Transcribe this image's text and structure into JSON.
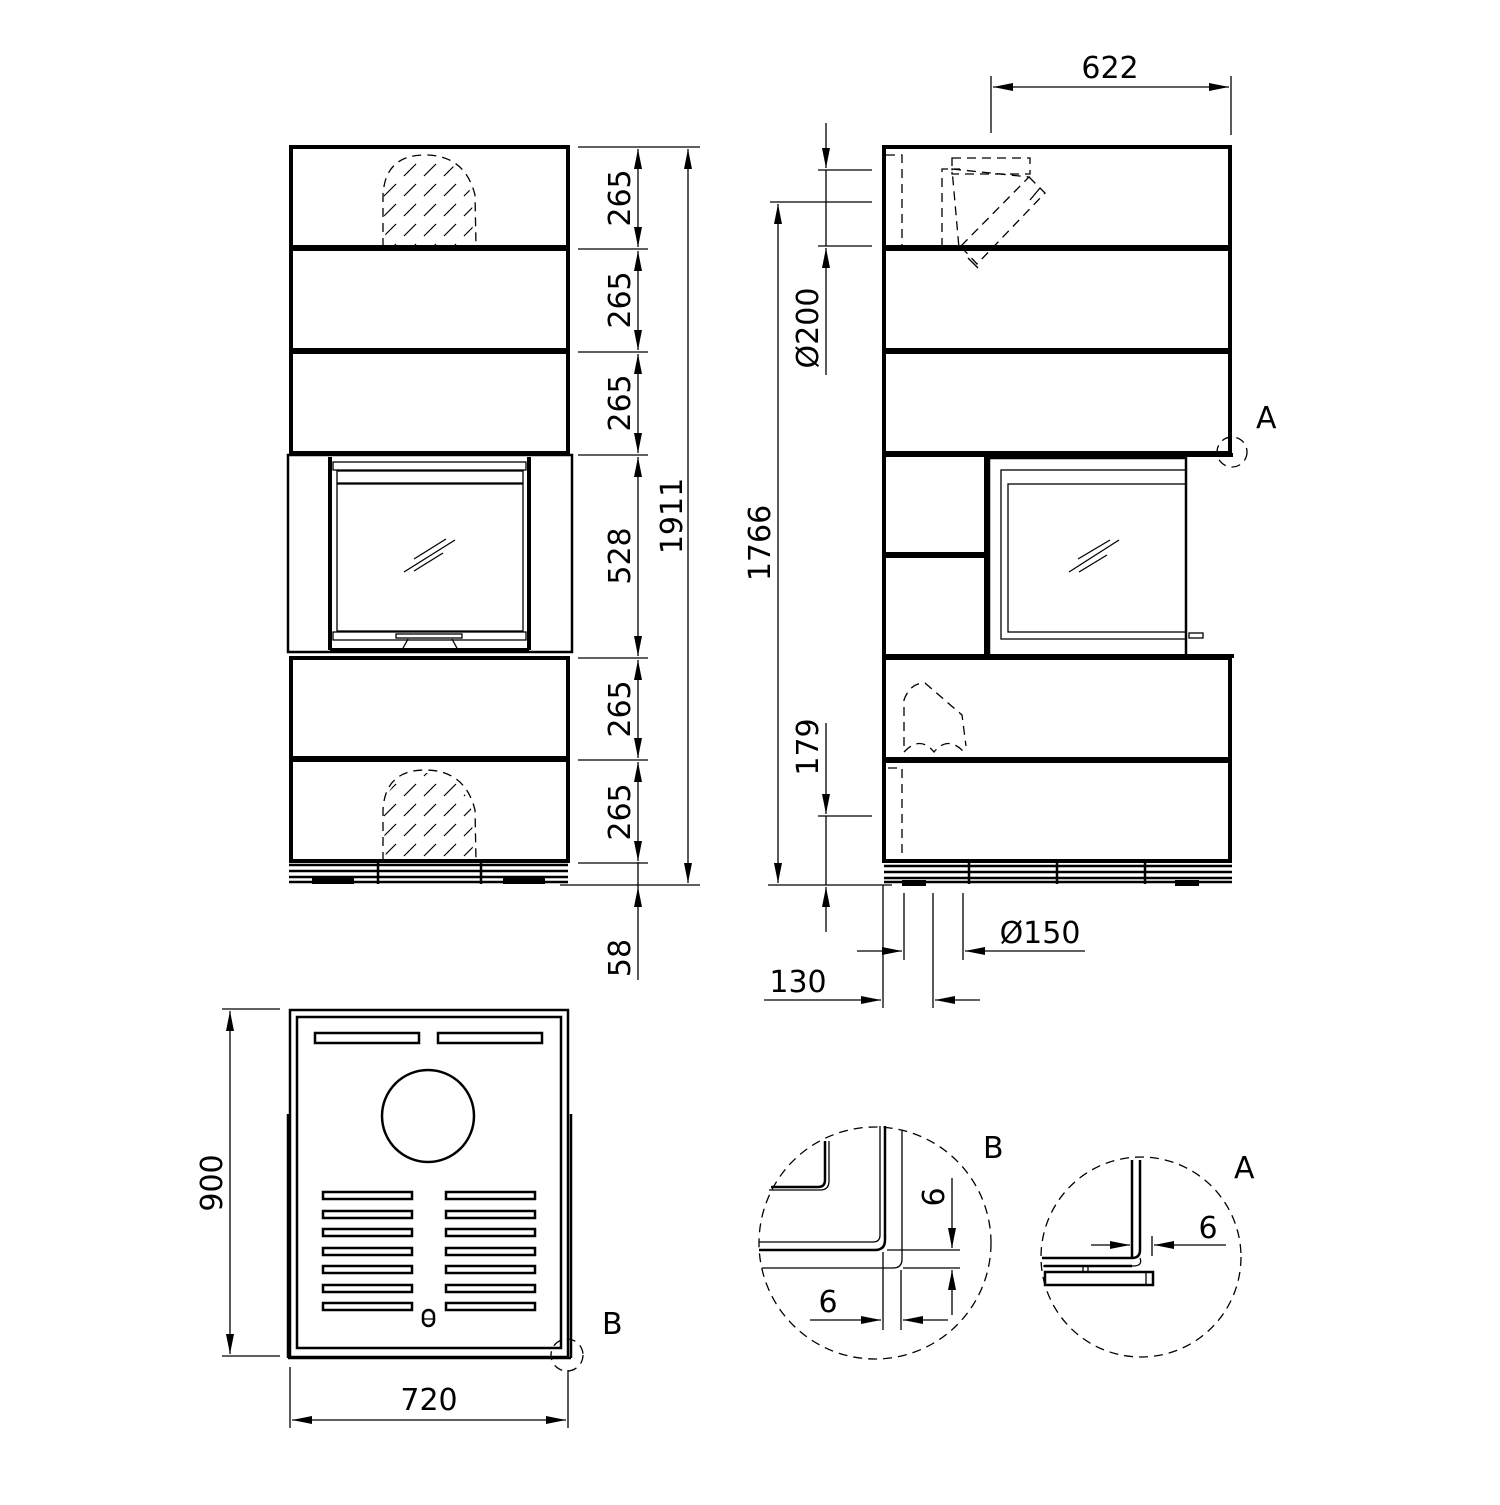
{
  "front_view": {
    "section_heights": [
      "265",
      "265",
      "265",
      "528",
      "265",
      "265"
    ],
    "total_height": "1911",
    "base_height": "58"
  },
  "side_view": {
    "depth": "622",
    "flue_top_diameter": "Ø200",
    "flue_top_height": "1766",
    "air_inlet_height": "179",
    "air_inlet_diameter": "Ø150",
    "air_inlet_offset": "130",
    "detail_ref": "A"
  },
  "top_view": {
    "depth": "900",
    "width": "720",
    "detail_ref": "B"
  },
  "detail_b": {
    "label": "B",
    "gap_vertical": "6",
    "gap_horizontal": "6"
  },
  "detail_a": {
    "label": "A",
    "gap": "6"
  }
}
